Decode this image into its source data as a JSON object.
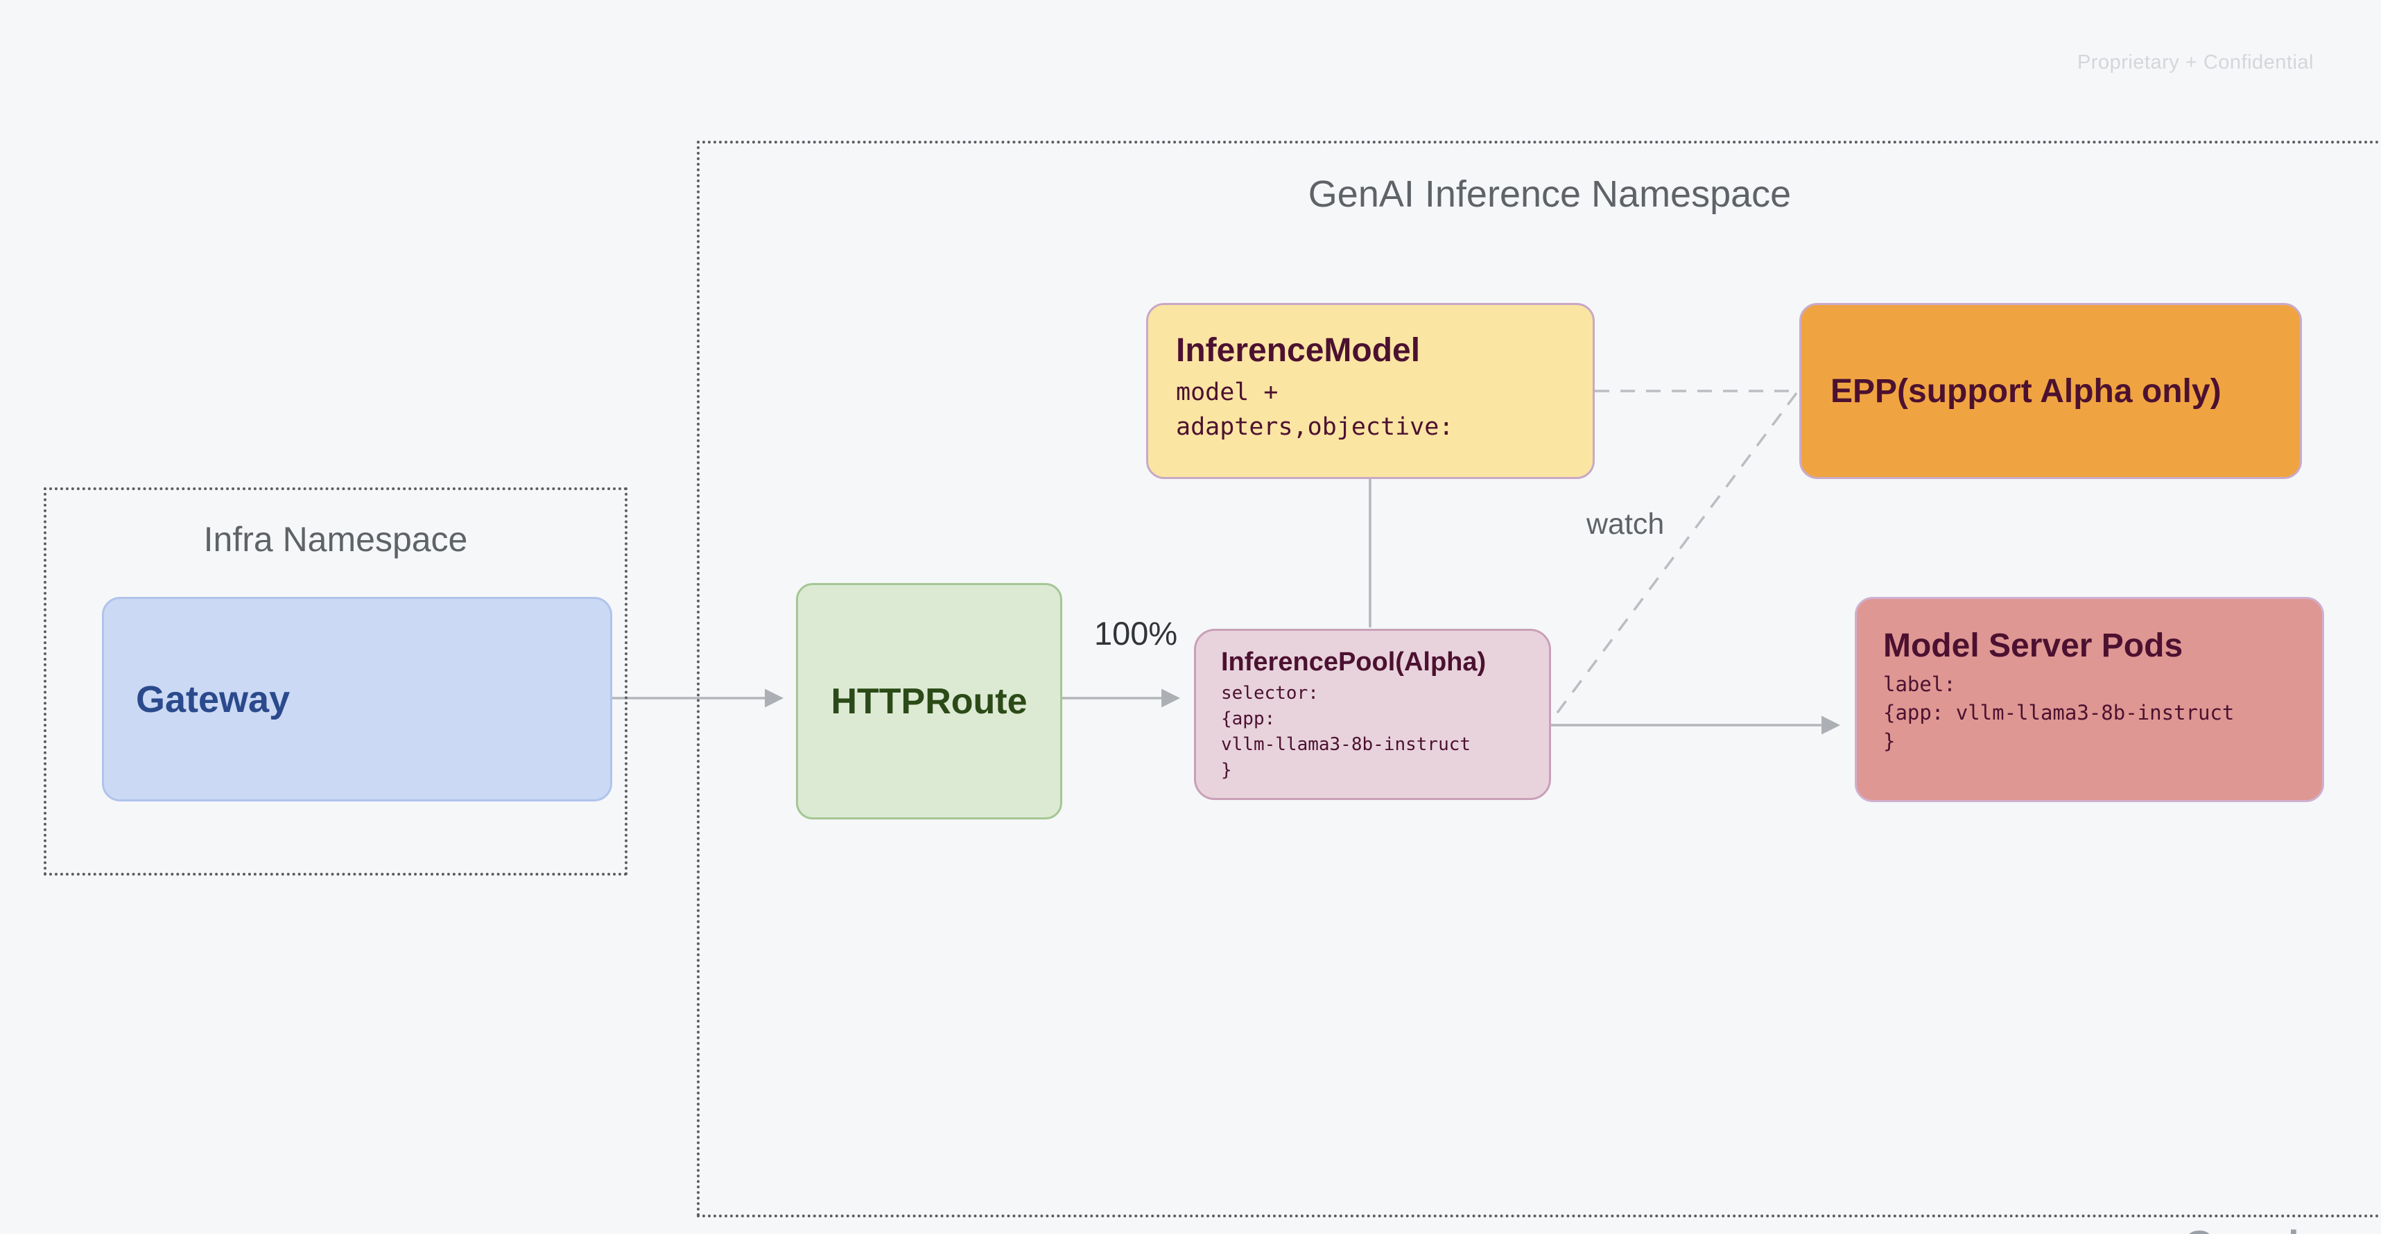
{
  "page": {
    "confidential_note": "Proprietary + Confidential",
    "watermark": "Google"
  },
  "diagram": {
    "infra_namespace": {
      "title": "Infra Namespace",
      "nodes": {
        "gateway": {
          "title": "Gateway"
        }
      }
    },
    "genai_namespace": {
      "title": "GenAI Inference Namespace",
      "nodes": {
        "httproute": {
          "title": "HTTPRoute"
        },
        "inference_model": {
          "title": "InferenceModel",
          "body": "model +\nadapters,objective:"
        },
        "epp": {
          "title": "EPP(support Alpha only)"
        },
        "inference_pool": {
          "title": "InferencePool(Alpha)",
          "body": "selector:\n{app:\nvllm-llama3-8b-instruct\n}"
        },
        "model_server_pods": {
          "title": "Model Server Pods",
          "body": "label:\n{app: vllm-llama3-8b-instruct\n}"
        }
      }
    },
    "edges": {
      "weight_label": "100%",
      "watch_label": "watch"
    }
  },
  "colors": {
    "background": "#F6F7F9",
    "connector_gray": "#B3B6BA",
    "dashed_gray": "#BABDC1",
    "dotted_border": "#5A5D61",
    "namespace_title_text": "#5F6368",
    "gateway_fill": "#CBD9F4",
    "gateway_text": "#2B4A8C",
    "httproute_fill": "#DCEAD4",
    "httproute_text": "#2B4A17",
    "inference_model_fill": "#FAE5A3",
    "epp_fill": "#F0A441",
    "inference_pool_fill": "#E8D3DC",
    "model_server_pods_fill": "#DF9793",
    "dark_node_text": "#4C1130",
    "mauve_border": "#C9A8C6"
  }
}
